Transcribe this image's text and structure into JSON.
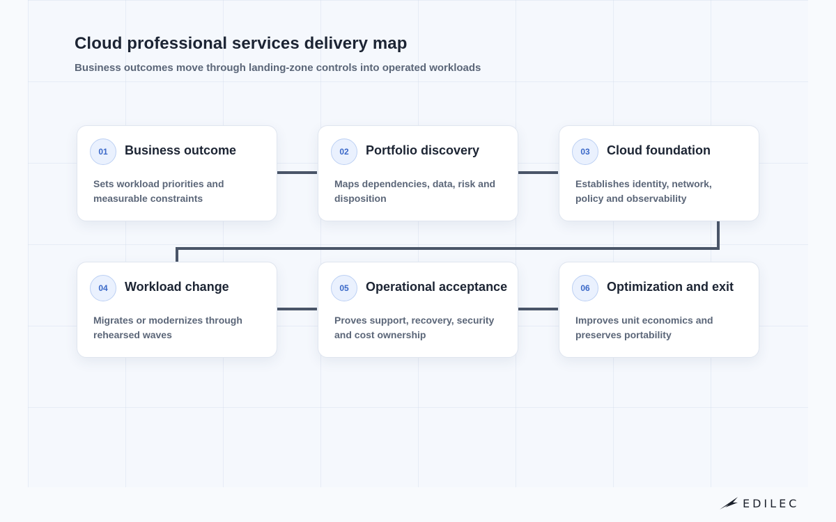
{
  "header": {
    "title": "Cloud professional services delivery map",
    "subtitle": "Business outcomes move through landing-zone controls into operated workloads"
  },
  "steps": [
    {
      "number": "01",
      "title": "Business outcome",
      "description": "Sets workload priorities and measurable constraints"
    },
    {
      "number": "02",
      "title": "Portfolio discovery",
      "description": "Maps dependencies, data, risk and disposition"
    },
    {
      "number": "03",
      "title": "Cloud foundation",
      "description": "Establishes identity, network, policy and observability"
    },
    {
      "number": "04",
      "title": "Workload change",
      "description": "Migrates or modernizes through rehearsed waves"
    },
    {
      "number": "05",
      "title": "Operational acceptance",
      "description": "Proves support, recovery, security and cost ownership"
    },
    {
      "number": "06",
      "title": "Optimization and exit",
      "description": "Improves unit economics and preserves portability"
    }
  ],
  "logo": {
    "text": "EDILEC",
    "icon": "edilec-logo-icon"
  },
  "colors": {
    "connector": "#4a5568",
    "badge_text": "#3a68c8",
    "badge_border": "#bcd0f3"
  }
}
